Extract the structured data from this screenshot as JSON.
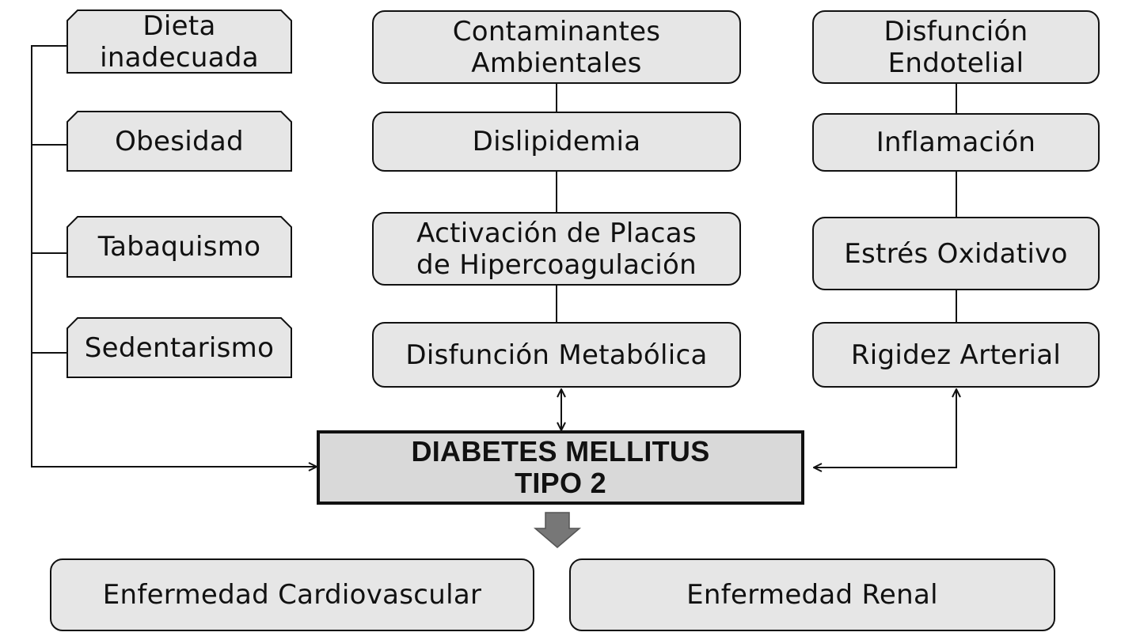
{
  "risk_factors": [
    {
      "id": "diet",
      "label": "Dieta\ninadecuada"
    },
    {
      "id": "obesity",
      "label": "Obesidad"
    },
    {
      "id": "smoking",
      "label": "Tabaquismo"
    },
    {
      "id": "sedentary",
      "label": "Sedentarismo"
    }
  ],
  "middle_chain": [
    {
      "id": "pollutants",
      "label": "Contaminantes\nAmbientales"
    },
    {
      "id": "dyslipidemia",
      "label": "Dislipidemia"
    },
    {
      "id": "plaque",
      "label": "Activación de Placas\nde Hipercoagulación"
    },
    {
      "id": "metabolic",
      "label": "Disfunción Metabólica"
    }
  ],
  "right_chain": [
    {
      "id": "endothelial",
      "label": "Disfunción\nEndotelial"
    },
    {
      "id": "inflammation",
      "label": "Inflamación"
    },
    {
      "id": "oxidative",
      "label": "Estrés Oxidativo"
    },
    {
      "id": "stiffness",
      "label": "Rigidez Arterial"
    }
  ],
  "center": {
    "label": "DIABETES MELLITUS\nTIPO 2"
  },
  "outcomes": [
    {
      "id": "cardio",
      "label": "Enfermedad Cardiovascular"
    },
    {
      "id": "renal",
      "label": "Enfermedad Renal"
    }
  ],
  "colors": {
    "box_fill": "#e6e6e6",
    "center_fill": "#d9d9d9",
    "line": "#111111",
    "down_arrow": "#777777"
  }
}
